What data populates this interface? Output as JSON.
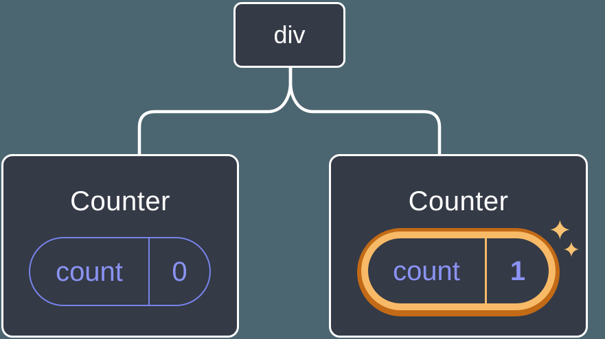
{
  "colors": {
    "background": "#4C6671",
    "card_fill": "#343A46",
    "card_border": "#FFFFFF",
    "connector": "#FFFFFF",
    "title_text": "#FFFFFF",
    "state_purple": "#8B93F4",
    "state_border_purple": "#7883EC",
    "highlight_orange_dark": "#C36A16",
    "highlight_orange_light": "#F8BA67",
    "sparkle": "#F9C272"
  },
  "tree": {
    "root": {
      "label": "div"
    },
    "children": [
      {
        "title": "Counter",
        "state_key": "count",
        "state_value": "0",
        "highlighted": false
      },
      {
        "title": "Counter",
        "state_key": "count",
        "state_value": "1",
        "highlighted": true,
        "badge_icon": "sparkles-icon"
      }
    ]
  }
}
